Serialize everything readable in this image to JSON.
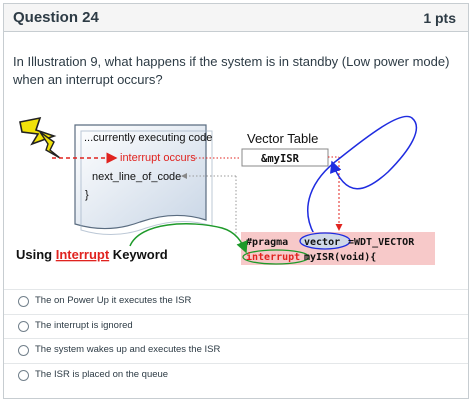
{
  "question": {
    "title": "Question 24",
    "points": "1 pts",
    "text": "In Illustration 9, what happens if the system is in standby (Low power mode) when an interrupt occurs?"
  },
  "illustration": {
    "code_line_1": "...currently executing code",
    "code_line_2": "interrupt occurs",
    "code_line_3": "next_line_of_code",
    "code_line_4": "}",
    "vector_table_title": "Vector Table",
    "vector_entry": "&myISR",
    "caption_prefix": "Using ",
    "caption_keyword": "Interrupt",
    "caption_suffix": " Keyword",
    "pragma_word": "#pragma",
    "vector_word": "vector",
    "vector_value": "=WDT_VECTOR",
    "isr_keyword": "interrupt",
    "isr_signature": " myISR(void){",
    "colors": {
      "interrupt_red": "#e0231f",
      "blue_arrow": "#1f2ce0",
      "green_arrow": "#1e9a2a",
      "code_pink": "#f7c9c9",
      "pragma_highlight": "#cfd8e8",
      "lightning": "#e8d000"
    }
  },
  "answers": [
    {
      "label": "The on Power Up it executes the ISR"
    },
    {
      "label": "The interrupt is ignored"
    },
    {
      "label": "The system wakes up and executes the ISR"
    },
    {
      "label": "The ISR is placed on the queue"
    }
  ]
}
